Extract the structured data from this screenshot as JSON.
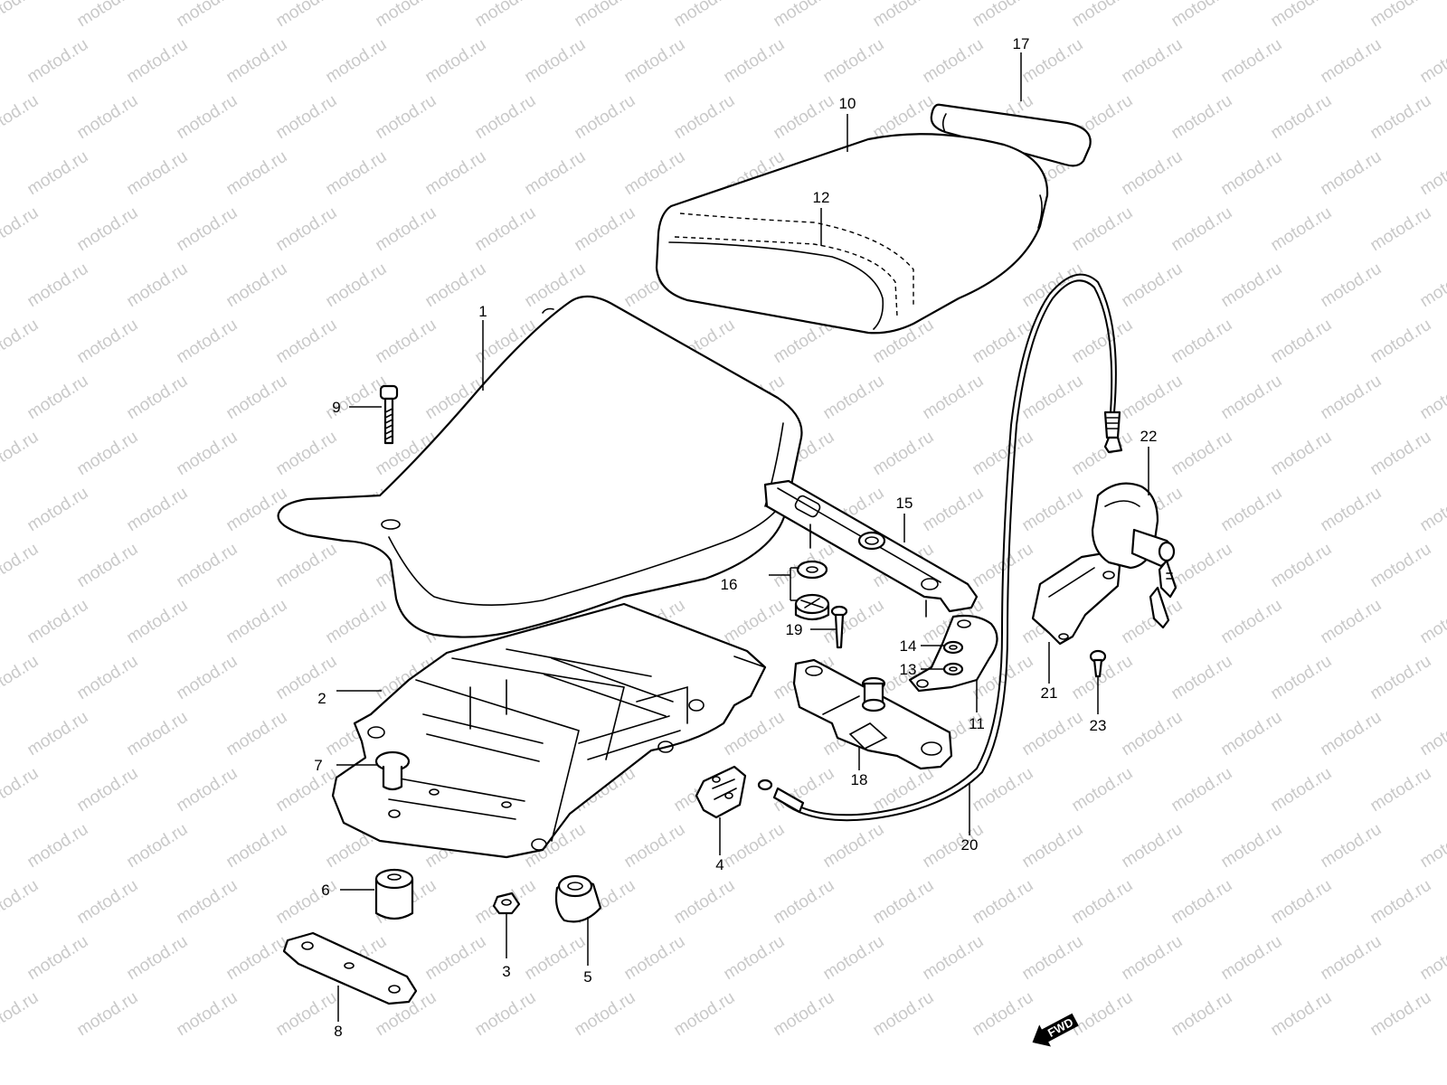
{
  "watermark": {
    "text": "motod.ru",
    "color": "#c9c9c9"
  },
  "colors": {
    "line": "#000000",
    "background": "#ffffff"
  },
  "direction_badge": {
    "text": "FWD",
    "icon": "fwd-arrow-icon"
  },
  "callouts": [
    {
      "id": "1",
      "text": "1"
    },
    {
      "id": "2",
      "text": "2"
    },
    {
      "id": "3",
      "text": "3"
    },
    {
      "id": "4",
      "text": "4"
    },
    {
      "id": "5",
      "text": "5"
    },
    {
      "id": "6",
      "text": "6"
    },
    {
      "id": "7",
      "text": "7"
    },
    {
      "id": "8",
      "text": "8"
    },
    {
      "id": "9",
      "text": "9"
    },
    {
      "id": "10",
      "text": "10"
    },
    {
      "id": "11",
      "text": "11"
    },
    {
      "id": "12",
      "text": "12"
    },
    {
      "id": "13",
      "text": "13"
    },
    {
      "id": "14",
      "text": "14"
    },
    {
      "id": "15",
      "text": "15"
    },
    {
      "id": "16",
      "text": "16"
    },
    {
      "id": "17",
      "text": "17"
    },
    {
      "id": "18",
      "text": "18"
    },
    {
      "id": "19",
      "text": "19"
    },
    {
      "id": "20",
      "text": "20"
    },
    {
      "id": "21",
      "text": "21"
    },
    {
      "id": "22",
      "text": "22"
    },
    {
      "id": "23",
      "text": "23"
    }
  ]
}
